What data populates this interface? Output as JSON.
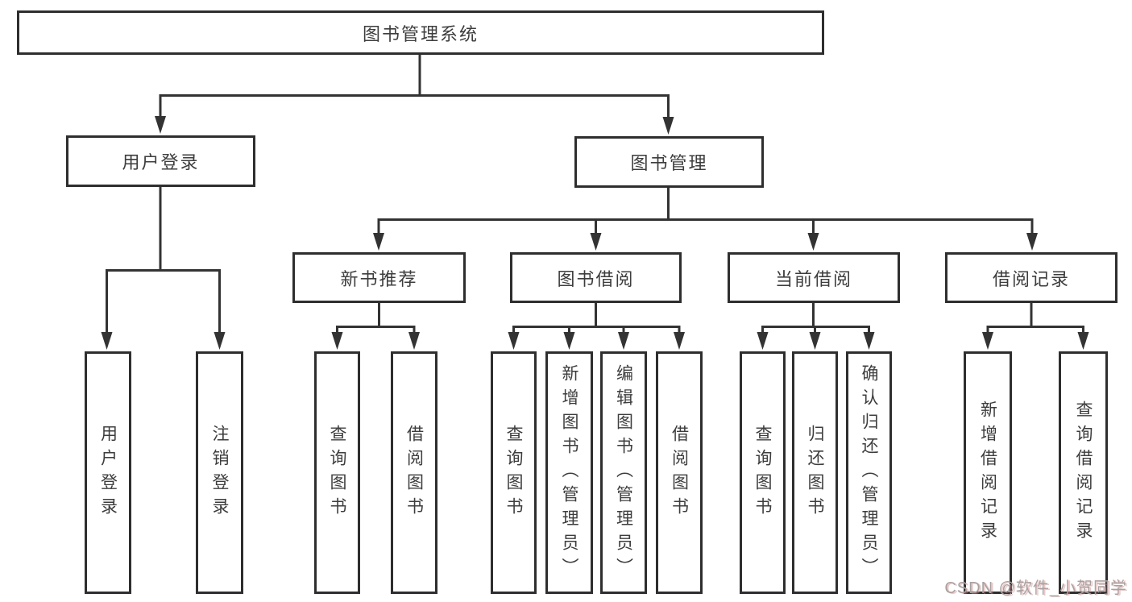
{
  "diagram": {
    "title": "图书管理系统",
    "level1": {
      "user_login": {
        "label": "用户登录"
      },
      "book_management": {
        "label": "图书管理"
      }
    },
    "level2": {
      "new_books": {
        "label": "新书推荐"
      },
      "book_borrow": {
        "label": "图书借阅"
      },
      "current_borrow": {
        "label": "当前借阅"
      },
      "borrow_records": {
        "label": "借阅记录"
      }
    },
    "leaves": {
      "user_login": [
        "用户登录",
        "注销登录"
      ],
      "new_books": [
        "查询图书",
        "借阅图书"
      ],
      "book_borrow": [
        "查询图书",
        "新增图书（管理员）",
        "编辑图书（管理员）",
        "借阅图书"
      ],
      "current_borrow": [
        "查询图书",
        "归还图书",
        "确认归还（管理员）"
      ],
      "borrow_records": [
        "新增借阅记录",
        "查询借阅记录"
      ]
    },
    "colors": {
      "line": "#333333",
      "border": "#2e2e2e",
      "text": "#3d3d3d",
      "background": "#ffffff"
    }
  },
  "watermark": {
    "text": "CSDN @软件_小贺同学"
  }
}
